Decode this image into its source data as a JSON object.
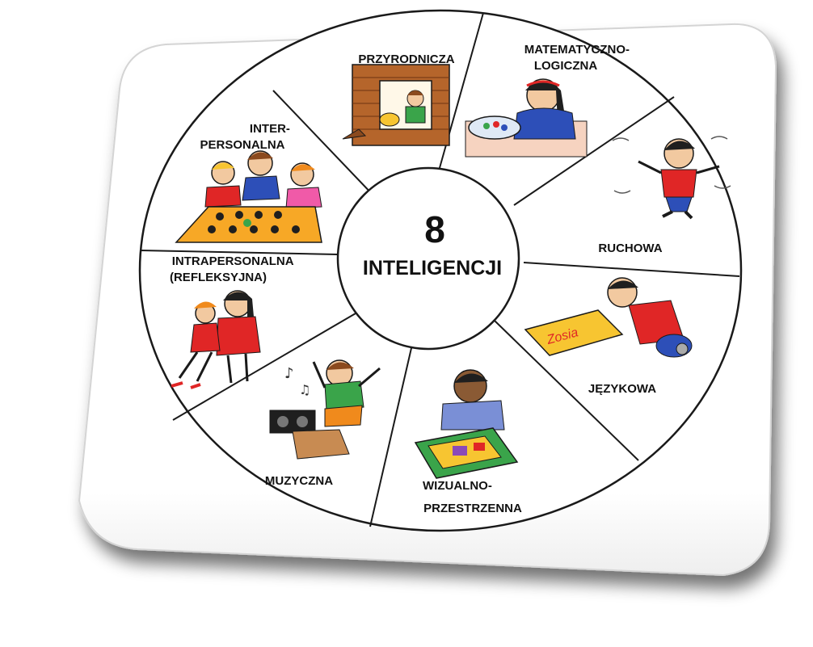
{
  "center": {
    "number": "8",
    "word": "INTELIGENCJI"
  },
  "segments": [
    {
      "id": "przyrodnicza",
      "lines": [
        "PRZYRODNICZA"
      ]
    },
    {
      "id": "matematyczno-logiczna",
      "lines": [
        "MATEMATYCZNO-",
        "LOGICZNA"
      ]
    },
    {
      "id": "ruchowa",
      "lines": [
        "RUCHOWA"
      ]
    },
    {
      "id": "jezykowa",
      "lines": [
        "JĘZYKOWA"
      ]
    },
    {
      "id": "wizualno-przestrzenna",
      "lines": [
        "WIZUALNO-",
        "PRZESTRZENNA"
      ]
    },
    {
      "id": "muzyczna",
      "lines": [
        "MUZYCZNA"
      ]
    },
    {
      "id": "intrapersonalna",
      "lines": [
        "INTRAPERSONALNA",
        "(REFLEKSYJNA)"
      ]
    },
    {
      "id": "interpersonalna",
      "lines": [
        "INTER-",
        "PERSONALNA"
      ]
    }
  ],
  "notepad_word": "Zosia",
  "colors": {
    "card_fill": "#ffffff",
    "card_shadow": "#cfcfcf",
    "outline": "#1a1a1a",
    "skin": "#f2c9a0",
    "red": "#e02626",
    "yellow": "#f7c531",
    "blue": "#2d4fb8",
    "green": "#3aa44a",
    "orange": "#f08a1c",
    "brown": "#8b4a1e",
    "dark": "#1f1f1f"
  }
}
